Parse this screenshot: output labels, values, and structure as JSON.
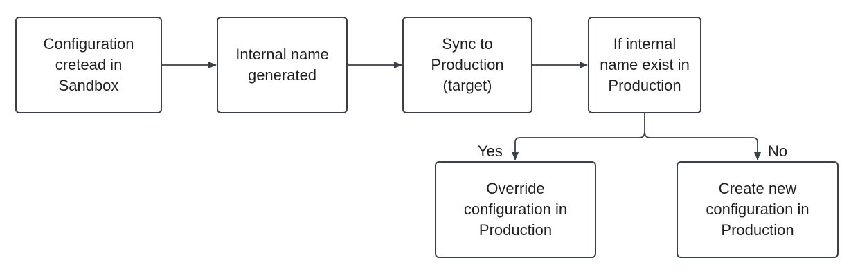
{
  "diagram": {
    "nodes": [
      {
        "id": "n1",
        "label": "Configuration\ncretead in\nSandbox"
      },
      {
        "id": "n2",
        "label": "Internal name\ngenerated"
      },
      {
        "id": "n3",
        "label": "Sync to\nProduction\n(target)"
      },
      {
        "id": "n4",
        "label": "If internal\nname exist in\nProduction"
      },
      {
        "id": "n5",
        "label": "Override\nconfiguration in\nProduction"
      },
      {
        "id": "n6",
        "label": "Create new\nconfiguration in\nProduction"
      }
    ],
    "edges": [
      {
        "from": "n1",
        "to": "n2",
        "label": ""
      },
      {
        "from": "n2",
        "to": "n3",
        "label": ""
      },
      {
        "from": "n3",
        "to": "n4",
        "label": ""
      },
      {
        "from": "n4",
        "to": "n5",
        "label": "Yes"
      },
      {
        "from": "n4",
        "to": "n6",
        "label": "No"
      }
    ],
    "colors": {
      "stroke": "#3b3f48",
      "text": "#1f1f1f",
      "background": "#ffffff"
    }
  }
}
